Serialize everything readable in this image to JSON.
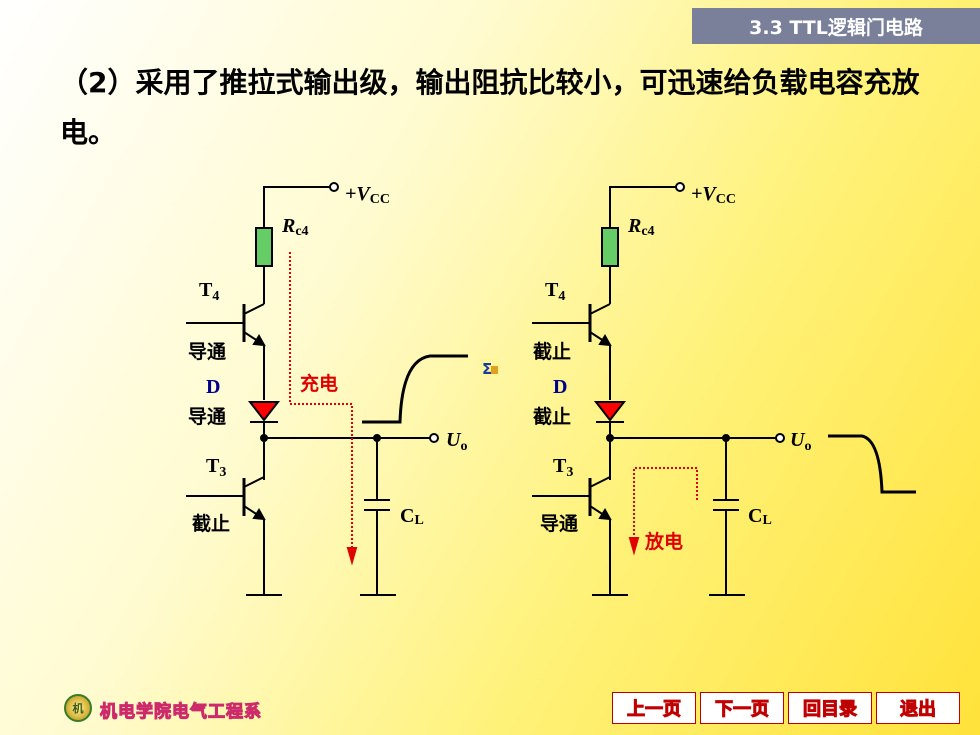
{
  "header": {
    "section_tag": "3.3 TTL逻辑门电路"
  },
  "heading": {
    "text": "（2）采用了推拉式输出级，输出阻抗比较小，可迅速给负载电容充放电。"
  },
  "left_circuit": {
    "vcc": "+V",
    "vcc_sub": "CC",
    "rc4": "R",
    "rc4_sub": "c4",
    "t4": "T",
    "t4_sub": "4",
    "t4_state": "导通",
    "d": "D",
    "d_state": "导通",
    "t3": "T",
    "t3_sub": "3",
    "t3_state": "截止",
    "cl": "C",
    "cl_sub": "L",
    "uo": "U",
    "uo_sub": "o",
    "current_label": "充电"
  },
  "right_circuit": {
    "vcc": "+V",
    "vcc_sub": "CC",
    "rc4": "R",
    "rc4_sub": "c4",
    "t4": "T",
    "t4_sub": "4",
    "t4_state": "截止",
    "d": "D",
    "d_state": "截止",
    "t3": "T",
    "t3_sub": "3",
    "t3_state": "导通",
    "cl": "C",
    "cl_sub": "L",
    "uo": "U",
    "uo_sub": "o",
    "current_label": "放电"
  },
  "footer": {
    "logo_text": "机",
    "dept_name": "机电学院电气工程系",
    "nav": {
      "prev": "上一页",
      "next": "下一页",
      "toc": "回目录",
      "exit": "退出"
    }
  },
  "colors": {
    "red": "#e00000",
    "blue": "#00008b",
    "wire": "#000000",
    "resistor": "#66cc66"
  }
}
